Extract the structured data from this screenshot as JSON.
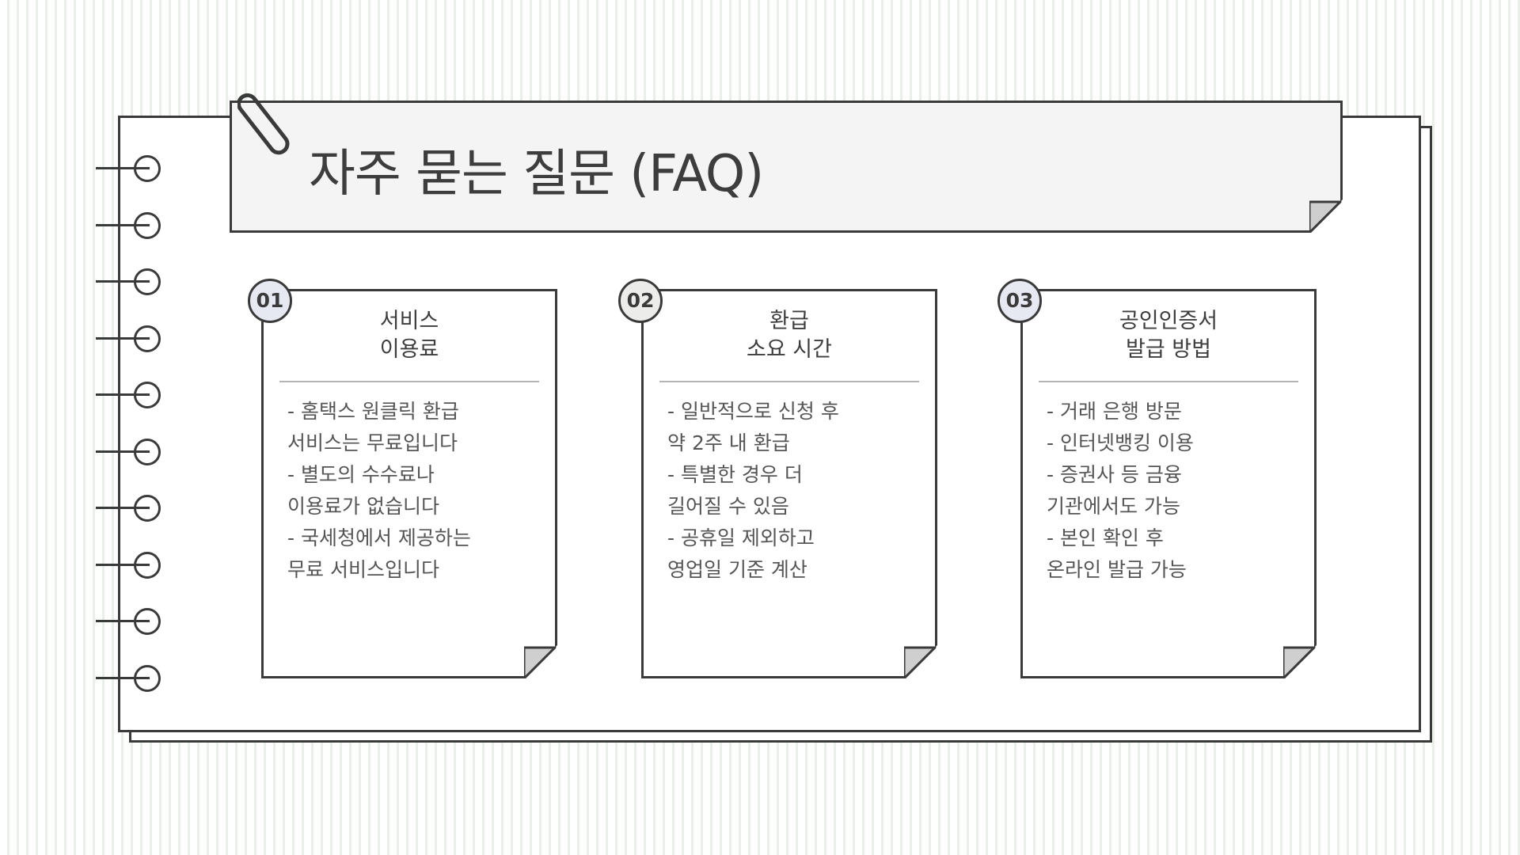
{
  "page": {
    "title": "자주 묻는 질문 (FAQ)"
  },
  "colors": {
    "outline": "#3a3a3a",
    "title_bar_bg": "#f4f4f4",
    "badge_bg": "#e6e8f2",
    "background_stripe": "#e9efe9"
  },
  "icons": {
    "spiral_binding": "ring-icon",
    "paper_clip": "paperclip-icon",
    "page_corner": "folded-corner-icon"
  },
  "cards": [
    {
      "number": "01",
      "title_lines": [
        "서비스",
        "이용료"
      ],
      "body_lines": [
        "- 홈택스 원클릭 환급",
        "서비스는 무료입니다",
        "- 별도의 수수료나",
        "이용료가 없습니다",
        "- 국세청에서 제공하는",
        "무료 서비스입니다"
      ]
    },
    {
      "number": "02",
      "title_lines": [
        "환급",
        "소요 시간"
      ],
      "body_lines": [
        "- 일반적으로 신청 후",
        "약 2주 내 환급",
        "- 특별한 경우 더",
        "길어질 수 있음",
        "- 공휴일 제외하고",
        "영업일 기준 계산"
      ]
    },
    {
      "number": "03",
      "title_lines": [
        "공인인증서",
        "발급 방법"
      ],
      "body_lines": [
        "- 거래 은행 방문",
        "- 인터넷뱅킹 이용",
        "- 증권사 등 금융",
        "기관에서도 가능",
        "- 본인 확인 후",
        "온라인 발급 가능"
      ]
    }
  ]
}
